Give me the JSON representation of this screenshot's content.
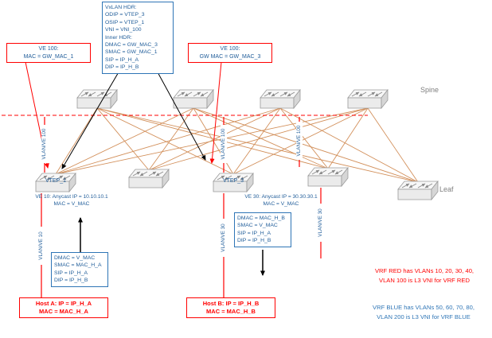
{
  "colors": {
    "blue": "#2E75B6",
    "blue_text": "#1F5C99",
    "red": "#FF0000",
    "mesh_orange": "#D08A52",
    "label_gray": "#7F7F7F"
  },
  "icons": {
    "switch": "network-switch-3d-icon"
  },
  "layer_labels": {
    "spine": "Spine",
    "leaf": "Leaf"
  },
  "switch_labels": {
    "vtep1": "VTEP_1",
    "vtep3": "VTEP_3"
  },
  "boxes": {
    "vxlan_hdr": {
      "lines": [
        "VxLAN HDR:",
        "ODIP = VTEP_3",
        "OSIP = VTEP_1",
        "VNI = VNI_100",
        "Inner HDR:",
        "DMAC = GW_MAC_3",
        "SMAC = GW_MAC_1",
        "SIP = IP_H_A",
        "DIP = IP_H_B"
      ]
    },
    "ve100_gw1": {
      "lines": [
        "VE 100:",
        "MAC = GW_MAC_1"
      ]
    },
    "ve100_gw3": {
      "lines": [
        "VE 100:",
        "GW MAC = GW_MAC_3"
      ]
    },
    "packet_from_host_a": {
      "lines": [
        "DMAC = V_MAC",
        "SMAC = MAC_H_A",
        "SIP = IP_H_A",
        "DIP = IP_H_B"
      ]
    },
    "packet_to_host_b": {
      "lines": [
        "DMAC = MAC_H_B",
        "SMAC = V_MAC",
        "SIP = IP_H_A",
        "DIP = IP_H_B"
      ]
    },
    "host_a": {
      "lines": [
        "Host A: IP = IP_H_A",
        "MAC = MAC_H_A"
      ]
    },
    "host_b": {
      "lines": [
        "Host B: IP = IP_H_B",
        "MAC = MAC_H_B"
      ]
    }
  },
  "notes": {
    "ve10": {
      "lines": [
        "VE 10: Anycast IP = 10.10.10.1",
        "MAC = V_MAC"
      ]
    },
    "ve30": {
      "lines": [
        "VE 30: Anycast IP = 30.30.30.1",
        "MAC = V_MAC"
      ]
    },
    "vrf_red": {
      "lines": [
        "VRF RED has VLANs 10, 20, 30, 40,",
        "VLAN 100 is L3 VNI for VRF RED"
      ]
    },
    "vrf_blue": {
      "lines": [
        "VRF BLUE has VLANs 50, 60, 70, 80,",
        "VLAN 200 is L3 VNI for VRF BLUE"
      ]
    }
  },
  "vlan_segment_labels": {
    "ve100_left": "VLAN/VE 100",
    "ve100_mid": "VLAN/VE 100",
    "ve100_right": "VLAN/VE 100",
    "ve10": "VLAN/VE 10",
    "ve30_mid": "VLAN/VE 30",
    "ve30_right": "VLAN/VE 30"
  }
}
